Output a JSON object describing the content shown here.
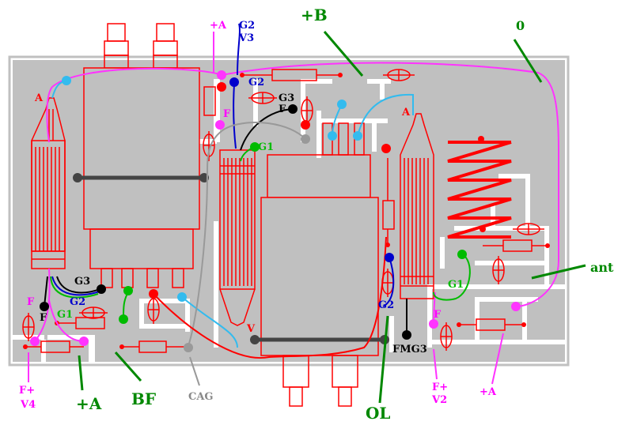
{
  "colors": {
    "board": "#c0c0c0",
    "trace": "#ffffff",
    "component": "#ff0000",
    "wire_magenta": "#ff33ff",
    "wire_blue": "#0000cc",
    "wire_cyan": "#33bbee",
    "wire_green": "#00bb00",
    "wire_black": "#000000",
    "wire_gray": "#999999",
    "label_green": "#008800",
    "label_magenta": "#ff00ff",
    "label_blue": "#0000cc",
    "label_black": "#000000",
    "label_gray": "#888888"
  },
  "labels": {
    "plus_a_top": "+A",
    "g2_top": "G2",
    "v3_top": "V3",
    "plus_b": "+B",
    "zero": "0",
    "a_left": "A",
    "g2_mid": "G2",
    "g3_mid": "G3",
    "f_mid": "F",
    "f_magenta_mid": "F",
    "g1_mid": "G1",
    "a_right": "A",
    "ant": "ant",
    "g3_left": "G3",
    "f_left_magenta": "F",
    "f_left_black": "F",
    "g2_left": "G2",
    "g1_left": "G1",
    "v_center": "V",
    "g2_bottom": "G2",
    "f_right": "F",
    "g1_right": "G1",
    "fmg3": "FMG3",
    "f_plus_left": "F+",
    "v4": "V4",
    "plus_a_bottom_left": "+A",
    "bf": "BF",
    "cag": "CAG",
    "ol": "OL",
    "f_plus_right": "F+",
    "v2": "V2",
    "plus_a_bottom_right": "+A"
  }
}
